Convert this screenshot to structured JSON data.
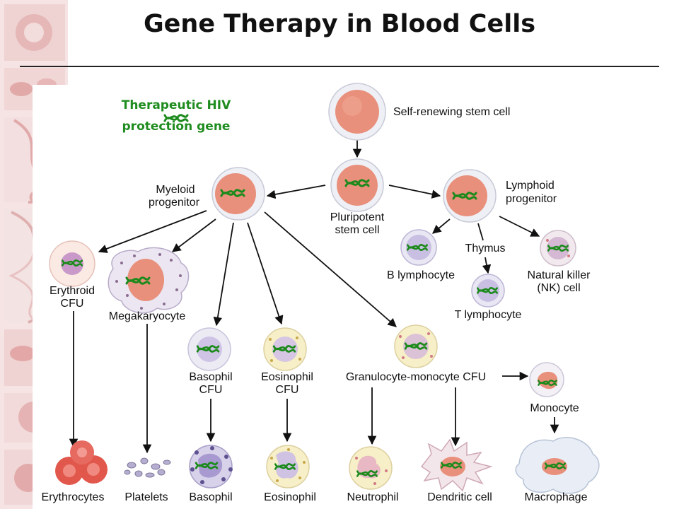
{
  "title": "Gene Therapy in Blood Cells",
  "gene_label": {
    "line1": "Therapeutic HIV",
    "line2": "protection gene"
  },
  "colors": {
    "gene": "#1b8a1b",
    "cell_pink": "#f7d3cc",
    "nucleus": "#e8907c",
    "lymph": "#dcd9ee",
    "lymph_nucleus": "#9e93c8",
    "yellow": "#f6efc8",
    "arrow": "#111111",
    "gene_text": "#1e8c1e"
  },
  "labels": {
    "stem": "Self-renewing stem cell",
    "pluri_1": "Pluripotent",
    "pluri_2": "stem cell",
    "myeloid_1": "Myeloid",
    "myeloid_2": "progenitor",
    "lymphoid_1": "Lymphoid",
    "lymphoid_2": "progenitor",
    "erythroid_1": "Erythroid",
    "erythroid_2": "CFU",
    "mega": "Megakaryocyte",
    "basocfu_1": "Basophil",
    "basocfu_2": "CFU",
    "eosincfu_1": "Eosinophil",
    "eosincfu_2": "CFU",
    "gm": "Granulocyte-monocyte CFU",
    "monocyte": "Monocyte",
    "blymph": "B lymphocyte",
    "thymus": "Thymus",
    "tlymph": "T lymphocyte",
    "nk_1": "Natural killer",
    "nk_2": "(NK) cell",
    "erythrocytes": "Erythrocytes",
    "platelets": "Platelets",
    "basophil": "Basophil",
    "eosinophil": "Eosinophil",
    "neutrophil": "Neutrophil",
    "dendritic": "Dendritic cell",
    "macrophage": "Macrophage"
  }
}
